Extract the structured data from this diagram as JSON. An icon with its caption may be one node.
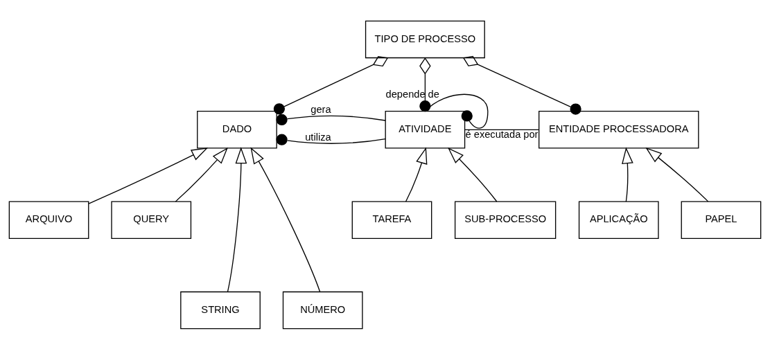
{
  "diagram": {
    "nodes": [
      {
        "text": [
          "TIPO DE PROCESSO"
        ]
      },
      {
        "text": [
          "DADO"
        ]
      },
      {
        "text": [
          "ATIVIDADE"
        ]
      },
      {
        "text": [
          "ENTIDADE PROCESSADORA"
        ]
      },
      {
        "text": [
          "ARQUIVO"
        ]
      },
      {
        "text": [
          "QUERY"
        ]
      },
      {
        "text": [
          "STRING"
        ]
      },
      {
        "text": [
          "NÚMERO"
        ]
      },
      {
        "text": [
          "TAREFA"
        ]
      },
      {
        "text": [
          "SUB-PROCESSO"
        ]
      },
      {
        "text": [
          "APLICAÇÃO"
        ]
      },
      {
        "text": [
          "PAPEL"
        ]
      }
    ],
    "edges": [
      {
        "from": 0,
        "to": 1,
        "arrow": "other"
      },
      {
        "from": 0,
        "to": 2,
        "arrow": "other"
      },
      {
        "from": 0,
        "to": 3,
        "arrow": "other"
      },
      {
        "from": 2,
        "to": 1,
        "arrow": "other",
        "label": "utiliza"
      },
      {
        "from": 2,
        "to": 1,
        "arrow": "other",
        "label": "gera"
      },
      {
        "from": 2,
        "to": 2,
        "arrow": "other",
        "label": "depende de"
      },
      {
        "from": 2,
        "to": 3,
        "arrow": "none",
        "label": "é executada por"
      },
      {
        "from": 4,
        "to": 1,
        "arrow": "to"
      },
      {
        "from": 6,
        "to": 1,
        "arrow": "to"
      },
      {
        "from": 5,
        "to": 1,
        "arrow": "to"
      },
      {
        "from": 7,
        "to": 1,
        "arrow": "to"
      },
      {
        "from": 8,
        "to": 2,
        "arrow": "to"
      },
      {
        "from": 9,
        "to": 2,
        "arrow": "to"
      },
      {
        "from": 10,
        "to": 3,
        "arrow": "to"
      },
      {
        "from": 11,
        "to": 3,
        "arrow": "to"
      }
    ]
  }
}
